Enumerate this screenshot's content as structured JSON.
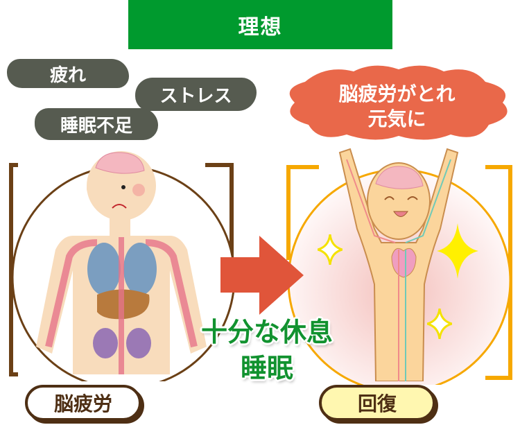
{
  "header": {
    "title": "理想",
    "bg_color": "#009a2e"
  },
  "left_panel": {
    "causes": [
      {
        "label": "疲れ"
      },
      {
        "label": "ストレス"
      },
      {
        "label": "睡眠不足"
      }
    ],
    "cause_color": "#565b50",
    "bracket_color": "#6b4016",
    "state_label": "脳疲労"
  },
  "middle": {
    "arrow_color": "#e0553a",
    "action_line1": "十分な休息",
    "action_line2": "睡眠",
    "action_color": "#11922f"
  },
  "right_panel": {
    "cloud_line1": "脳疲労がとれ",
    "cloud_line2": "元気に",
    "cloud_color": "#e9684a",
    "bracket_color": "#f6a800",
    "state_label": "回復",
    "state_label_bg": "#fff7b0"
  }
}
